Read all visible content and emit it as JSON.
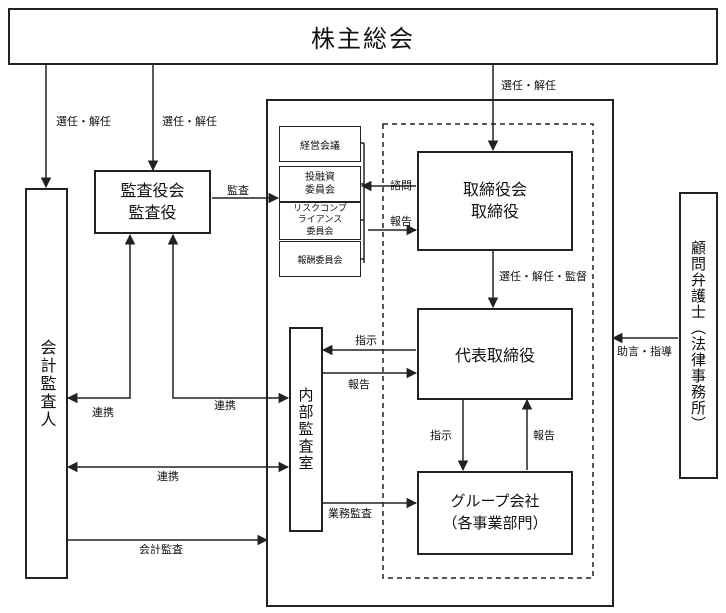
{
  "boxes": {
    "shareholders": "株主総会",
    "kansayaku": "監査役会\n監査役",
    "keiei": "経営会議",
    "toyushi": "投融資\n委員会",
    "risk": "リスクコンプ\nライアンス\n委員会",
    "hoshu": "報酬委員会",
    "board": "取締役会\n取締役",
    "ceo": "代表取締役",
    "group": "グループ会社\n（各事業部門）",
    "internal_audit": "内部監査室",
    "auditor": "会計監査人",
    "lawyer": "顧問弁護士（法律事務所）"
  },
  "labels": {
    "elect_auditor": "選任・解任",
    "elect_kansayaku": "選任・解任",
    "elect_board": "選任・解任",
    "kansa": "監査",
    "shimon": "諮問",
    "hokoku_board": "報告",
    "elect_supervise": "選任・解任・監督",
    "shiji_ia": "指示",
    "hokoku_ia": "報告",
    "renkei_left": "連携",
    "renkei_mid": "連携",
    "renkei_bottom": "連携",
    "shiji_group": "指示",
    "hokoku_group": "報告",
    "gyomu_kansa": "業務監査",
    "kaikei_kansa": "会計監査",
    "advice": "助言・指導"
  }
}
